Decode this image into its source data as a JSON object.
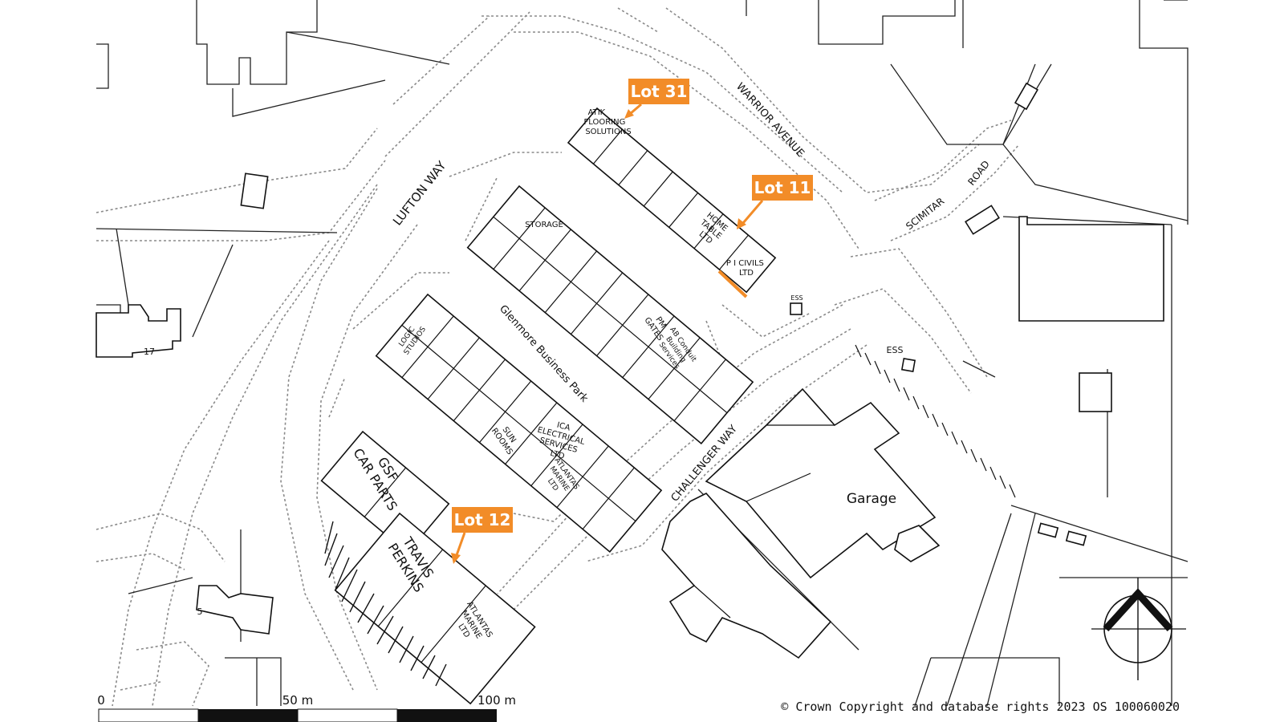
{
  "map": {
    "roads": {
      "lufton_way": "LUFTON WAY",
      "warrior_avenue": "WARRIOR AVENUE",
      "scimitar_road_1": "SCIMITAR",
      "scimitar_road_2": "ROAD",
      "challenger_way": "CHALLENGER WAY"
    },
    "site_name": "Glenmore Business Park",
    "units": {
      "atik": [
        "ATIK",
        "FLOORING",
        "SOLUTIONS"
      ],
      "storage": "STORAGE",
      "home_table": [
        "HOME",
        "TABLE",
        "LTD"
      ],
      "pi_civils": [
        "P I CIVILS",
        "LTD"
      ],
      "logic_studios": [
        "LOGIC",
        "STUDIOS"
      ],
      "pm_gates": [
        "PM",
        "GATES"
      ],
      "ab_conduit": [
        "AB Conduit",
        "Building",
        "Services"
      ],
      "sun_rooms": [
        "SUN",
        "ROOMS"
      ],
      "ica": [
        "ICA",
        "ELECTRICAL",
        "SERVICES",
        "LTD"
      ],
      "atlantas_1": [
        "ATLANTAS",
        "MARINE",
        "LTD"
      ],
      "gsf": [
        "GSF",
        "CAR PARTS"
      ],
      "travis": [
        "TRAVIS",
        "PERKINS"
      ],
      "atlantas_2": [
        "ATLANTAS",
        "MARINE",
        "LTD"
      ],
      "garage": "Garage"
    },
    "other_labels": {
      "ess_small": "ESS",
      "ess_large": "ESS",
      "house_17": "17",
      "house_5": "5"
    },
    "lots": {
      "lot31": "Lot 31",
      "lot11": "Lot 11",
      "lot12": "Lot 12"
    },
    "scale_bar": {
      "zero": "0",
      "mid": "50 m",
      "end": "100 m"
    },
    "copyright": "© Crown Copyright and database rights 2023 OS 100060020",
    "colors": {
      "accent": "#f28c28"
    },
    "icons": {
      "north_arrow": "north-arrow-icon"
    }
  }
}
